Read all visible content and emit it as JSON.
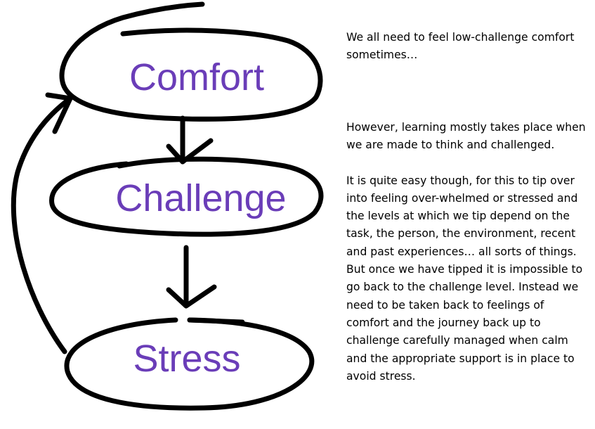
{
  "diagram": {
    "nodes": [
      {
        "id": "comfort",
        "label": "Comfort"
      },
      {
        "id": "challenge",
        "label": "Challenge"
      },
      {
        "id": "stress",
        "label": "Stress"
      }
    ],
    "edges": [
      {
        "from": "comfort",
        "to": "challenge"
      },
      {
        "from": "challenge",
        "to": "stress"
      },
      {
        "from": "stress",
        "to": "comfort"
      }
    ],
    "colors": {
      "label": "#6a3db8",
      "stroke": "#000000"
    }
  },
  "notes": {
    "intro": "We all need to feel low-challenge comfort sometimes…",
    "learning": "However, learning mostly takes place when we are made to think and challenged.",
    "tipping": "It is quite easy though, for this to tip over into feeling over-whelmed or stressed and the levels at which we tip depend on the task, the person, the environment, recent and past experiences… all sorts of things.",
    "recovery": "But once we have tipped it is impossible to go back to the challenge level. Instead we need to be taken back to feelings of comfort and the journey back up to challenge carefully managed when calm and the appropriate support is in place to avoid stress."
  }
}
